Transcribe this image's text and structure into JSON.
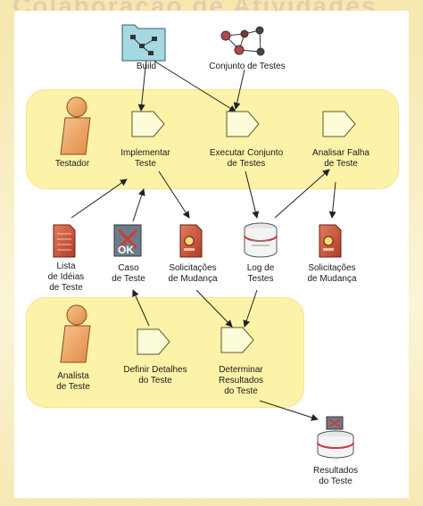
{
  "slide": {
    "title_watermark": "Colaboração de Atividades"
  },
  "diagram": {
    "nodes": {
      "build": "Build",
      "conjunto": "Conjunto de Testes",
      "testador": "Testador",
      "implementar": "Implementar\nTeste",
      "executar": "Executar Conjunto\nde Testes",
      "analisar": "Analisar Falha\nde Teste",
      "lista": "Lista\nde Idéias\nde Teste",
      "caso": "Caso\nde Teste",
      "solic1": "Solicitações\nde Mudança",
      "log": "Log de\nTestes",
      "solic2": "Solicitações\nde Mudança",
      "analista": "Analista\nde Teste",
      "definir": "Definir Detalhes\ndo Teste",
      "determinar": "Determinar\nResultados\ndo Teste",
      "resultados": "Resultados\ndo Teste"
    },
    "colors": {
      "band": "#fdf3a8",
      "activity": "#fdfcd8",
      "worker": "#f0a96a",
      "document": "#c9553c",
      "folder": "#a6d8e2"
    }
  }
}
